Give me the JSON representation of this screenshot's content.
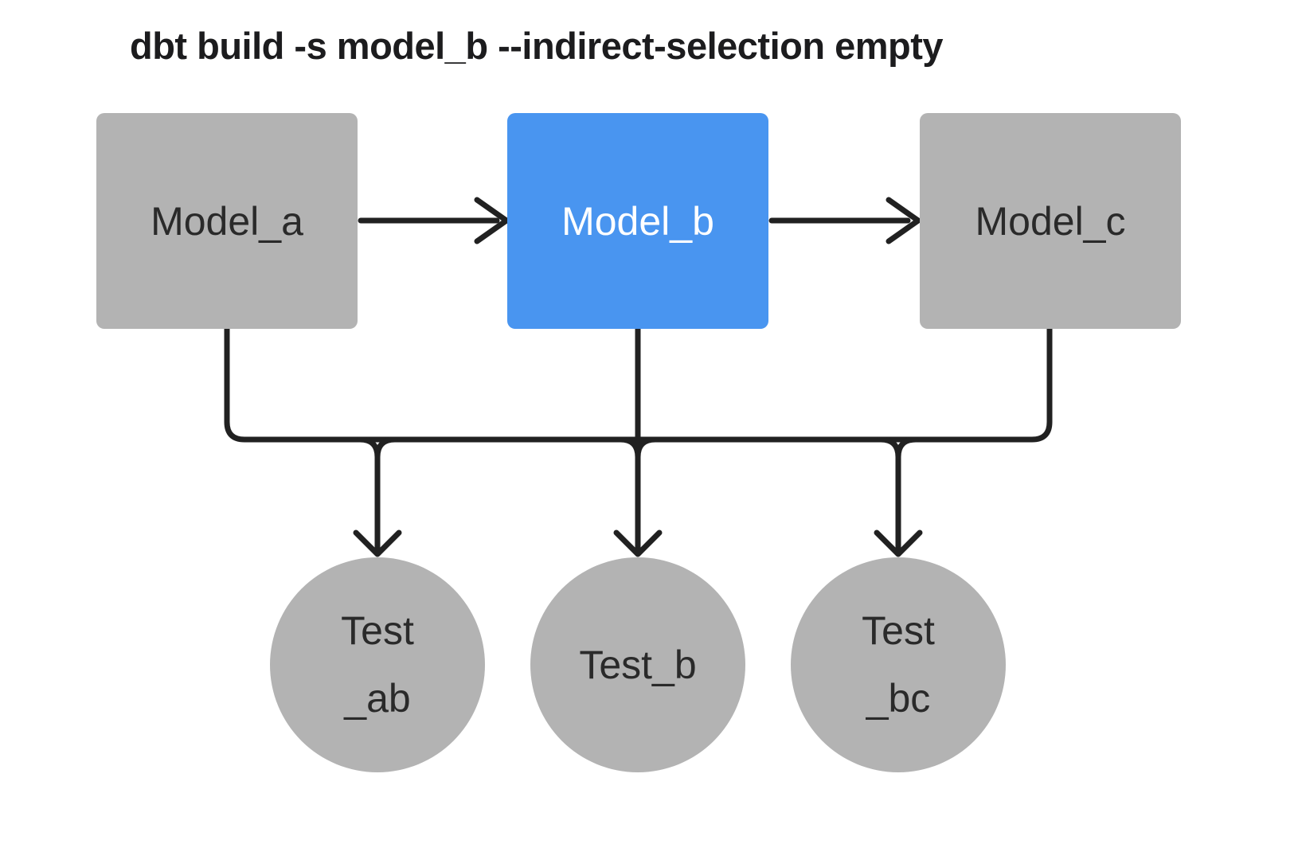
{
  "title": "dbt build -s model_b --indirect-selection empty",
  "colors": {
    "background": "#ffffff",
    "node-gray": "#b3b3b3",
    "node-blue": "#4995f0",
    "edge": "#212121",
    "text-dark": "#2a2a2a",
    "text-light": "#ffffff",
    "title-color": "#1c1c1e"
  },
  "nodes": {
    "model_a": {
      "label": "Model_a",
      "kind": "model",
      "selected": false
    },
    "model_b": {
      "label": "Model_b",
      "kind": "model",
      "selected": true
    },
    "model_c": {
      "label": "Model_c",
      "kind": "model",
      "selected": false
    },
    "test_ab": {
      "lines": [
        "Test",
        "_ab"
      ],
      "kind": "test"
    },
    "test_b": {
      "lines": [
        "Test_b"
      ],
      "kind": "test"
    },
    "test_bc": {
      "lines": [
        "Test",
        "_bc"
      ],
      "kind": "test"
    }
  },
  "edges": [
    {
      "from": "model_a",
      "to": "model_b"
    },
    {
      "from": "model_b",
      "to": "model_c"
    },
    {
      "from": "model_a",
      "to": "test_ab"
    },
    {
      "from": "model_b",
      "to": "test_ab"
    },
    {
      "from": "model_b",
      "to": "test_b"
    },
    {
      "from": "model_b",
      "to": "test_bc"
    },
    {
      "from": "model_c",
      "to": "test_bc"
    }
  ]
}
